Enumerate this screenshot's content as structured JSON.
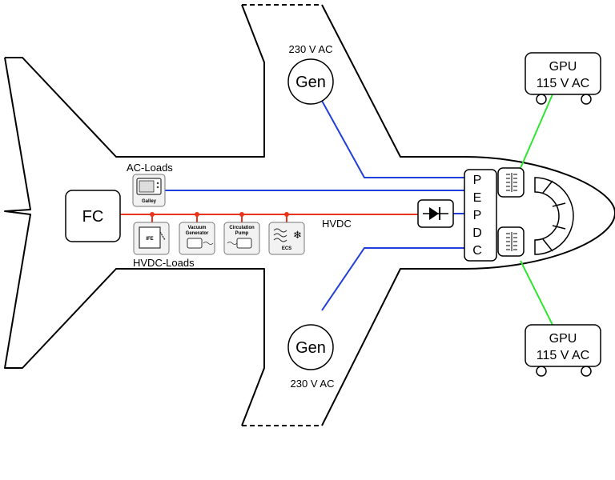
{
  "labels": {
    "fc": "FC",
    "gen_top": "Gen",
    "gen_bottom": "Gen",
    "voltage_top": "230 V AC",
    "voltage_bottom": "230 V AC",
    "ac_loads": "AC-Loads",
    "hvdc_loads": "HVDC-Loads",
    "hvdc": "HVDC",
    "pepdc_letters": [
      "P",
      "E",
      "P",
      "D",
      "C"
    ],
    "gpu_top_title": "GPU",
    "gpu_top_voltage": "115 V AC",
    "gpu_bottom_title": "GPU",
    "gpu_bottom_voltage": "115 V AC"
  },
  "loads": {
    "galley": "Galley",
    "ife": "IFE",
    "vacuum": [
      "Vacuum",
      "Generator"
    ],
    "circulation": [
      "Circulation",
      "Pump"
    ],
    "ecs": "ECS"
  },
  "colors": {
    "ac_line": "#1f3fd8",
    "hvdc_line": "#e8341c",
    "gpu_line": "#2ee62e",
    "outline": "#000000"
  }
}
